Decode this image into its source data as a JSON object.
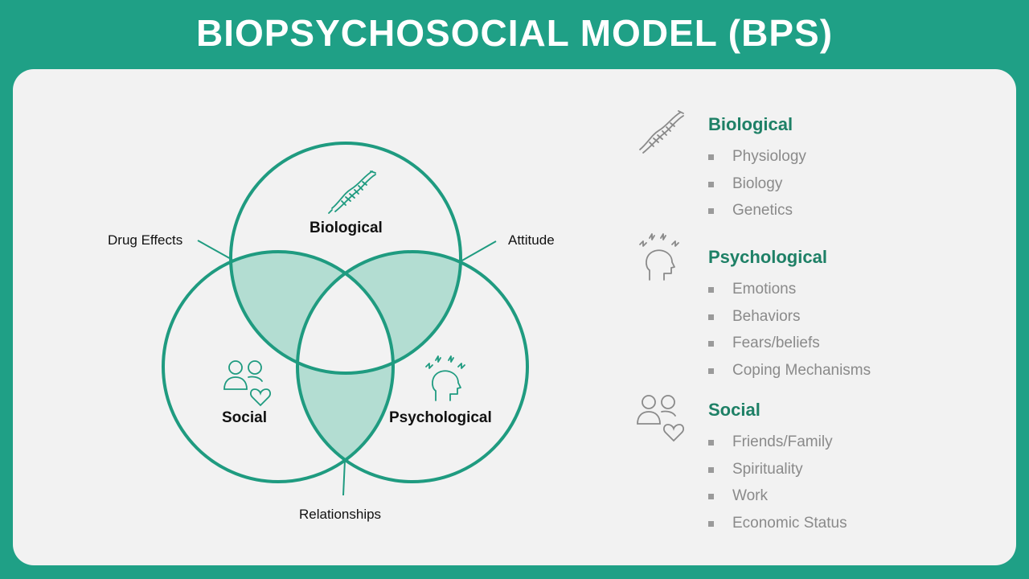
{
  "title": "BIOPSYCHOSOCIAL MODEL (BPS)",
  "colors": {
    "background": "#1fa086",
    "panel": "#f2f2f2",
    "circle_stroke": "#1f9b80",
    "overlap_fill": "#b3ddd2",
    "heading": "#1e8066",
    "list_text": "#8a8a8a"
  },
  "venn": {
    "circles": {
      "biological": "Biological",
      "social": "Social",
      "psychological": "Psychological"
    },
    "callouts": {
      "drug_effects": "Drug Effects",
      "attitude": "Attitude",
      "relationships": "Relationships"
    },
    "icons": [
      "dna-icon",
      "people-heart-icon",
      "head-thoughts-icon"
    ]
  },
  "sections": [
    {
      "heading": "Biological",
      "icon": "dna-icon",
      "items": [
        "Physiology",
        "Biology",
        "Genetics"
      ]
    },
    {
      "heading": "Psychological",
      "icon": "head-thoughts-icon",
      "items": [
        "Emotions",
        "Behaviors",
        "Fears/beliefs",
        "Coping Mechanisms"
      ]
    },
    {
      "heading": "Social",
      "icon": "people-heart-icon",
      "items": [
        "Friends/Family",
        "Spirituality",
        "Work",
        "Economic Status"
      ]
    }
  ]
}
